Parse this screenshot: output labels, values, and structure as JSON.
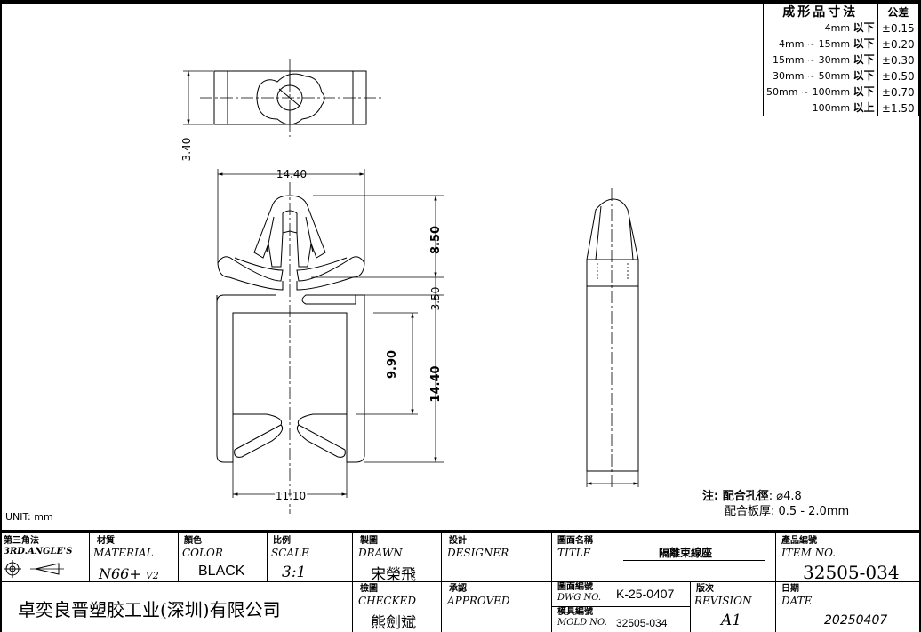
{
  "tolerance_table": {
    "header_range": "成形品寸法",
    "header_tol": "公差",
    "rows": [
      {
        "range_prefix": "",
        "range_mm": "4mm",
        "suffix": "以下",
        "tol": "±0.15"
      },
      {
        "range_prefix": "4mm ~ ",
        "range_mm": "15mm",
        "suffix": "以下",
        "tol": "±0.20"
      },
      {
        "range_prefix": "15mm ~ ",
        "range_mm": "30mm",
        "suffix": "以下",
        "tol": "±0.30"
      },
      {
        "range_prefix": "30mm ~ ",
        "range_mm": "50mm",
        "suffix": "以下",
        "tol": "±0.50"
      },
      {
        "range_prefix": "50mm ~ ",
        "range_mm": "100mm",
        "suffix": "以下",
        "tol": "±0.70"
      },
      {
        "range_prefix": "",
        "range_mm": "100mm",
        "suffix": "以上",
        "tol": "±1.50"
      }
    ]
  },
  "dimensions": {
    "top_width": "14.40",
    "top_height": "3.40",
    "head_height": "8.50",
    "gap": "3.50",
    "inner_height": "9.90",
    "body_height": "14.40",
    "inner_width": "11.10"
  },
  "unit_label": "UNIT: mm",
  "note": {
    "prefix": "注",
    "hole_label": "配合孔徑",
    "hole_value": ": ⌀4.8",
    "plate_label": "配合板厚",
    "plate_value": ": 0.5 - 2.0mm"
  },
  "title_block": {
    "projection_cn": "第三角法",
    "projection_en": "3RD.ANGLE'S",
    "material_cn": "材質",
    "material_en": "MATERIAL",
    "material_value": "N66+",
    "material_grade": "V2",
    "color_cn": "顏色",
    "color_en": "COLOR",
    "color_value": "BLACK",
    "scale_cn": "比例",
    "scale_en": "SCALE",
    "scale_value": "3:1",
    "drawn_cn": "製圖",
    "drawn_en": "DRAWN",
    "drawn_value": "宋榮飛",
    "designer_cn": "設計",
    "designer_en": "DESIGNER",
    "title_cn": "圖面名稱",
    "title_en": "TITLE",
    "title_value": "隔離束線座",
    "item_cn": "產品編號",
    "item_en": "ITEM  NO.",
    "item_value": "32505-034",
    "company": "卓奕良晋塑胶工业(深圳)有限公司",
    "checked_cn": "檢圖",
    "checked_en": "CHECKED",
    "checked_value": "熊劍斌",
    "approved_cn": "承認",
    "approved_en": "APPROVED",
    "dwg_cn": "圖面編號",
    "dwg_en": "DWG NO.",
    "dwg_value": "K-25-0407",
    "mold_cn": "模具編號",
    "mold_en": "MOLD NO.",
    "mold_value": "32505-034",
    "revision_cn": "版次",
    "revision_en": "REVISION",
    "revision_value": "A1",
    "date_cn": "日期",
    "date_en": "DATE",
    "date_value": "20250407"
  }
}
